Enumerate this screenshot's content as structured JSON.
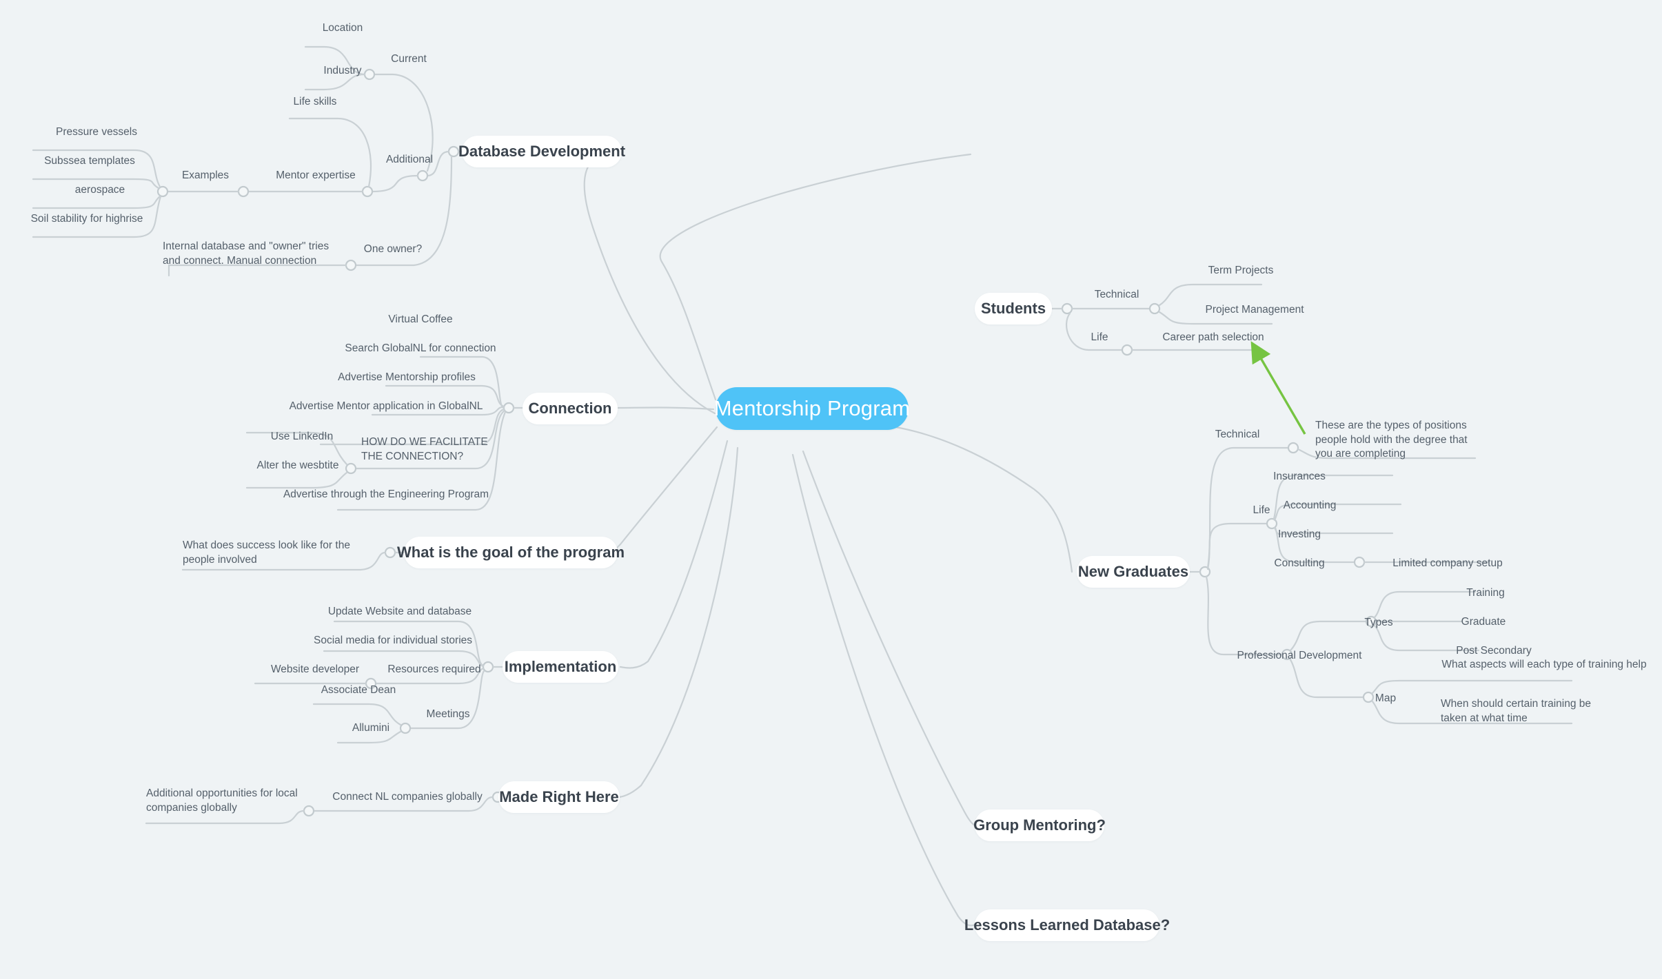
{
  "canvas": {
    "background": "#eff3f5",
    "link_color": "#c9d0d4",
    "root_color": "#4fc3f7",
    "node_color": "#ffffff",
    "text_color": "#3a434d",
    "label_color": "#55606b",
    "arrow_color": "#76c442"
  },
  "root": {
    "label": "Mentorship Program"
  },
  "branches": {
    "database_development": {
      "label": "Database Development",
      "children": {
        "additional": "Additional",
        "one_owner": "One owner?",
        "mentor_expertise": "Mentor expertise",
        "life_skills": "Life skills",
        "current": "Current",
        "location": "Location",
        "industry": "Industry",
        "examples": "Examples",
        "pressure_vessels": "Pressure vessels",
        "subsea_templates": "Subssea templates",
        "aerospace": "aerospace",
        "soil_stability": "Soil stability for highrise",
        "internal_database": "Internal database and \"owner\" tries and connect. Manual connection"
      }
    },
    "connection": {
      "label": "Connection",
      "children": {
        "virtual_coffee": "Virtual Coffee",
        "search_globalnl": "Search GlobalNL for connection",
        "advertise_profiles": "Advertise Mentorship profiles",
        "advertise_application": "Advertise Mentor application in GlobalNL",
        "how_facilitate": "HOW DO WE FACILITATE THE CONNECTION?",
        "advertise_engineering": "Advertise through the Engineering Program",
        "use_linkedin": "Use LinkedIn",
        "alter_website": "Alter the wesbtite"
      }
    },
    "goal": {
      "label": "What is the goal of the program",
      "children": {
        "success": "What does success look like for the people involved"
      }
    },
    "implementation": {
      "label": "Implementation",
      "children": {
        "update_website": "Update Website and database",
        "social_media": "Social media for individual stories",
        "resources_required": "Resources required",
        "website_developer": "Website developer",
        "meetings": "Meetings",
        "associate_dean": "Associate Dean",
        "allumini": "Allumini"
      }
    },
    "made_right_here": {
      "label": "Made Right Here",
      "children": {
        "connect_nl": "Connect NL companies globally",
        "additional_opportunities": "Additional opportunities for local companies globally"
      }
    },
    "students": {
      "label": "Students",
      "children": {
        "technical": "Technical",
        "term_projects": "Term Projects",
        "project_management": "Project Management",
        "life": "Life",
        "career_path": "Career path selection"
      }
    },
    "new_graduates": {
      "label": "New Graduates",
      "children": {
        "technical": "Technical",
        "life": "Life",
        "insurances": "Insurances",
        "accounting": "Accounting",
        "investing": "Investing",
        "consulting": "Consulting",
        "limited_company": "Limited company setup",
        "professional_development": "Professional Development",
        "types": "Types",
        "training": "Training",
        "graduate": "Graduate",
        "post_secondary": "Post Secondary",
        "map": "Map",
        "what_aspects": "What aspects will each type of training help",
        "when_training": "When should certain training be taken at what time"
      }
    },
    "group_mentoring": {
      "label": "Group Mentoring?"
    },
    "lessons_learned": {
      "label": "Lessons Learned Database?"
    }
  },
  "annotation": {
    "text": "These are the types of positions people hold with the degree that you are completing"
  }
}
